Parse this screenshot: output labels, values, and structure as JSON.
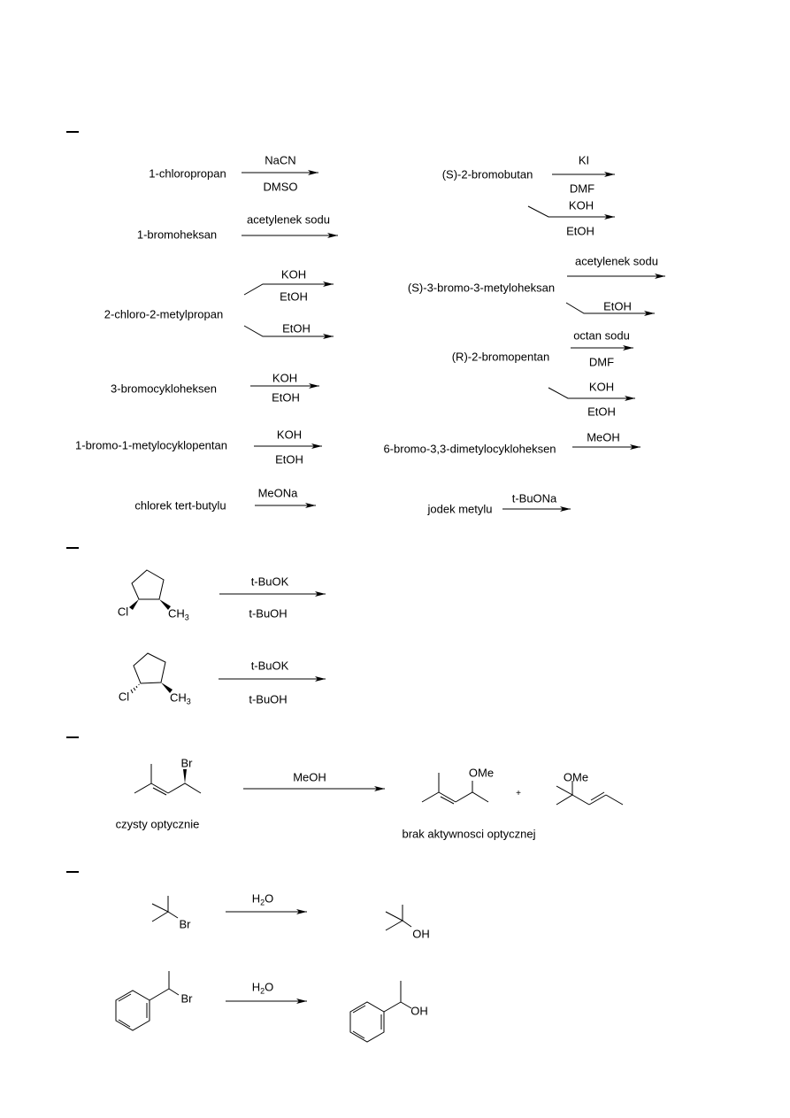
{
  "section1": {
    "left": [
      {
        "substrate": "1-chloropropan",
        "above": "NaCN",
        "below": "DMSO"
      },
      {
        "substrate": "1-bromoheksan",
        "above": "acetylenek sodu"
      },
      {
        "substrate": "2-chloro-2-metylpropan",
        "path1_above": "KOH",
        "path1_below": "EtOH",
        "path2_above": "EtOH"
      },
      {
        "substrate": "3-bromocykloheksen",
        "above": "KOH",
        "below": "EtOH"
      },
      {
        "substrate": "1-bromo-1-metylocyklopentan",
        "above": "KOH",
        "below": "EtOH"
      },
      {
        "substrate": "chlorek tert-butylu",
        "above": "MeONa"
      }
    ],
    "right": [
      {
        "substrate": "(S)-2-bromobutan",
        "path1_above": "KI",
        "path1_below": "DMF",
        "path2_above": "KOH",
        "path2_below": "EtOH"
      },
      {
        "substrate": "(S)-3-bromo-3-metyloheksan",
        "path1_above": "acetylenek sodu",
        "path2_above": "EtOH"
      },
      {
        "substrate": "(R)-2-bromopentan",
        "path1_above": "octan sodu",
        "path1_below": "DMF",
        "path2_above": "KOH",
        "path2_below": "EtOH"
      },
      {
        "substrate": "6-bromo-3,3-dimetylocykloheksen",
        "above": "MeOH"
      },
      {
        "substrate": "jodek metylu",
        "above": "t-BuONa"
      }
    ]
  },
  "section2": {
    "reactions": [
      {
        "cl": "Cl",
        "ch": "CH",
        "ch_sub": "3",
        "above": "t-BuOK",
        "below": "t-BuOH"
      },
      {
        "cl": "Cl",
        "ch": "CH",
        "ch_sub": "3",
        "above": "t-BuOK",
        "below": "t-BuOH"
      }
    ]
  },
  "section3": {
    "br": "Br",
    "reagent": "MeOH",
    "reactant_note": "czysty optycznie",
    "product1_group": "OMe",
    "plus": "+",
    "product2_group": "OMe",
    "product_note": "brak aktywnosci optycznej"
  },
  "section4": {
    "reactions": [
      {
        "reactant_group": "Br",
        "reagent_main": "H",
        "reagent_sub": "2",
        "reagent_tail": "O",
        "product_group": "OH"
      },
      {
        "reactant_group": "Br",
        "reagent_main": "H",
        "reagent_sub": "2",
        "reagent_tail": "O",
        "product_group": "OH"
      }
    ]
  }
}
